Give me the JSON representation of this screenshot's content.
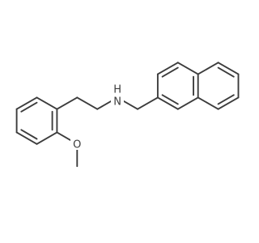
{
  "molecule": {
    "atoms": {
      "amine_n": "N",
      "amine_h": "H",
      "ether_o": "O"
    }
  }
}
